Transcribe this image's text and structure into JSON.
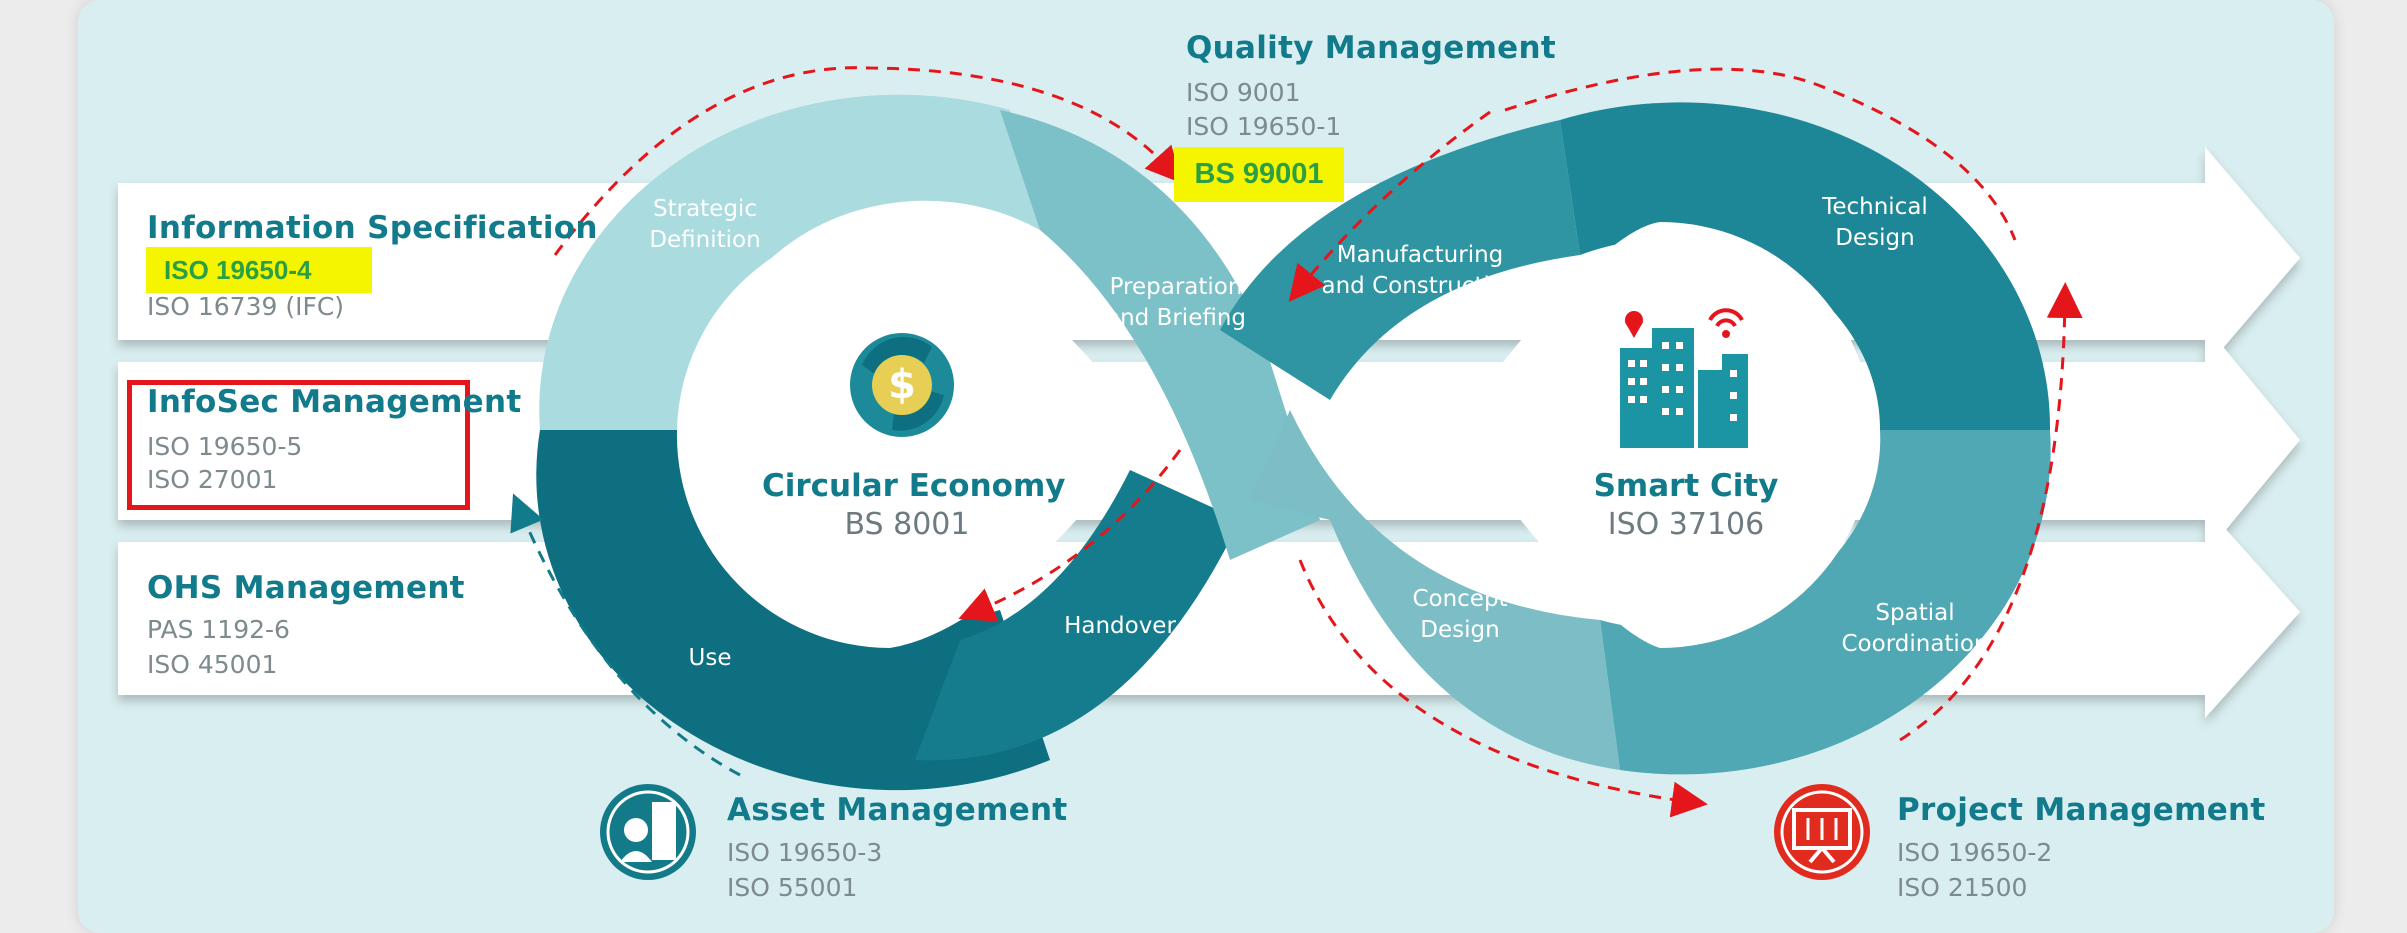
{
  "top": {
    "title": "Quality Management",
    "items": [
      "ISO 9001",
      "ISO 19650-1"
    ],
    "highlight": "BS 99001"
  },
  "left_rows": [
    {
      "title": "Information Specification",
      "highlight": "ISO 19650-4",
      "items": [
        "ISO 16739 (IFC)"
      ]
    },
    {
      "title": "InfoSec Management",
      "items": [
        "ISO 19650-5",
        "ISO 27001"
      ]
    },
    {
      "title": "OHS Management",
      "items": [
        "PAS 1192-6",
        "ISO 45001"
      ]
    }
  ],
  "centers": {
    "left": {
      "title": "Circular Economy",
      "sub": "BS 8001",
      "icon": "recycle-dollar-icon"
    },
    "right": {
      "title": "Smart City",
      "sub": "ISO 37106",
      "icon": "smart-city-icon"
    }
  },
  "phases": {
    "strategic": "Strategic Definition",
    "preparation": "Preparation and Briefing",
    "manufacturing": "Manufacturing and Construction",
    "technical": "Technical Design",
    "spatial": "Spatial Coordination",
    "concept": "Concept Design",
    "handover": "Handover",
    "use": "Use"
  },
  "bottom_left": {
    "title": "Asset Management",
    "items": [
      "ISO 19650-3",
      "ISO 55001"
    ],
    "icon": "worker-building-icon"
  },
  "bottom_right": {
    "title": "Project Management",
    "items": [
      "ISO 19650-2",
      "ISO 21500"
    ],
    "icon": "presentation-board-icon"
  },
  "colors": {
    "background": "#d9eef0",
    "teal_dark": "#117a8b",
    "teal_light": "#a9dbdf",
    "highlight_bg": "#f5f500",
    "highlight_text": "#2aa043",
    "red": "#e4161b"
  }
}
